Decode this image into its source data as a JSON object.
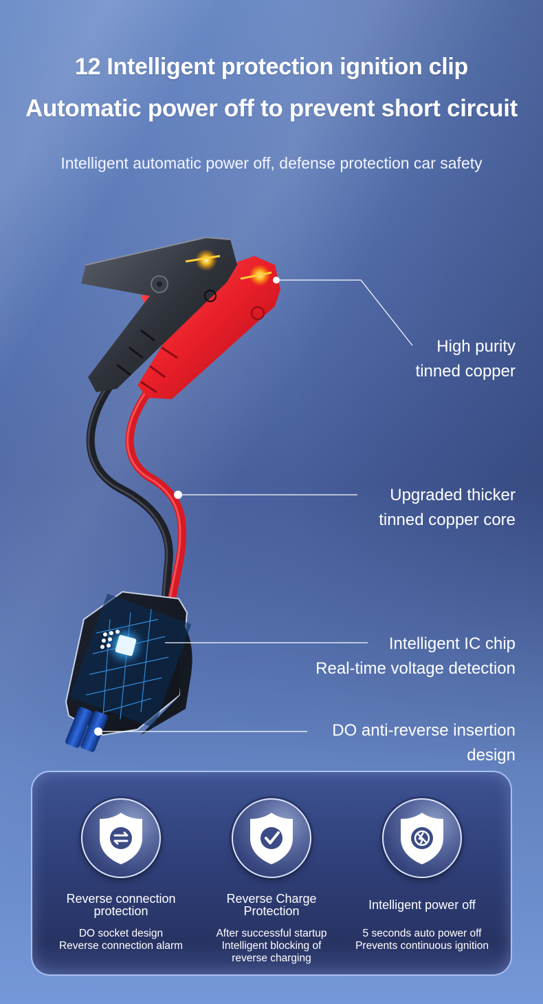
{
  "header": {
    "title_line1": "12 Intelligent protection ignition clip",
    "title_line2": "Automatic power off to prevent short circuit",
    "subtitle": "Intelligent automatic power off, defense protection car safety"
  },
  "callouts": [
    {
      "line1": "High purity",
      "line2": "tinned copper"
    },
    {
      "line1": "Upgraded thicker",
      "line2": "tinned copper core"
    },
    {
      "line1": "Intelligent IC chip",
      "line2": "Real-time voltage detection"
    },
    {
      "line1": "DO anti-reverse insertion",
      "line2": "design"
    }
  ],
  "features": [
    {
      "icon": "shield-swap-arrows-icon",
      "title_line1": "Reverse connection",
      "title_line2": "protection",
      "desc_line1": "DO socket design",
      "desc_line2": "Reverse connection alarm",
      "desc_line3": ""
    },
    {
      "icon": "shield-check-icon",
      "title_line1": "Reverse Charge",
      "title_line2": "Protection",
      "desc_line1": "After successful startup",
      "desc_line2": "Intelligent blocking of",
      "desc_line3": "reverse charging"
    },
    {
      "icon": "shield-no-lightning-icon",
      "title_line1": "Intelligent power off",
      "title_line2": "",
      "desc_line1": "5 seconds auto power off",
      "desc_line2": "Prevents continuous ignition",
      "desc_line3": ""
    }
  ],
  "colors": {
    "background_light": "#7598d8",
    "background_dark": "#2d3c66",
    "panel": "#2f3f78",
    "panel_border": "#a9c0f4",
    "clip_red": "#e8202b",
    "clip_black": "#2b2e36",
    "connector_blue": "#1f4fb8"
  }
}
